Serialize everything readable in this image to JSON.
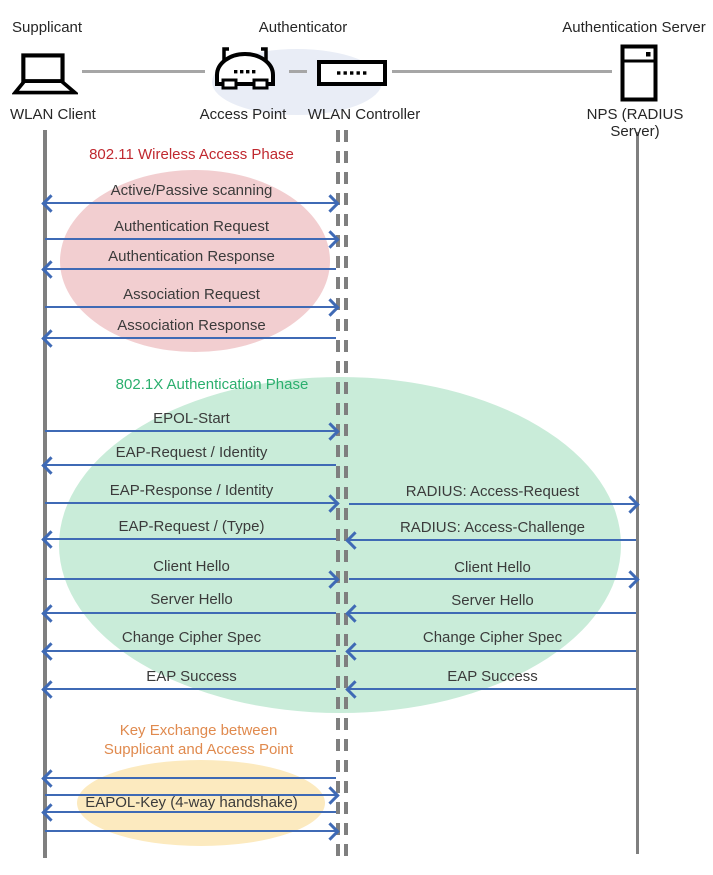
{
  "actors": {
    "supplicant": {
      "role": "Supplicant",
      "device": "WLAN Client"
    },
    "authenticator": {
      "role": "Authenticator",
      "access_point": "Access Point",
      "controller": "WLAN Controller"
    },
    "server": {
      "role": "Authentication Server",
      "device": "NPS (RADIUS Server)"
    }
  },
  "phase1": {
    "title": "802.11 Wireless Access Phase",
    "title_color": "#C0282F",
    "ellipse_color": "#F2CED0",
    "messages": [
      {
        "label": "Active/Passive scanning",
        "direction": "both"
      },
      {
        "label": "Authentication Request",
        "direction": "right"
      },
      {
        "label": "Authentication Response",
        "direction": "left"
      },
      {
        "label": "Association Request",
        "direction": "right"
      },
      {
        "label": "Association Response",
        "direction": "left"
      }
    ]
  },
  "phase2": {
    "title": "802.1X Authentication Phase",
    "title_color": "#2BAF6E",
    "ellipse_color": "#C9ECD9",
    "client_messages": [
      {
        "label": "EPOL-Start",
        "direction": "right"
      },
      {
        "label": "EAP-Request / Identity",
        "direction": "left"
      },
      {
        "label": "EAP-Response / Identity",
        "direction": "right"
      },
      {
        "label": "EAP-Request / (Type)",
        "direction": "left"
      },
      {
        "label": "Client Hello",
        "direction": "right"
      },
      {
        "label": "Server Hello",
        "direction": "left"
      },
      {
        "label": "Change Cipher Spec",
        "direction": "left"
      },
      {
        "label": "EAP Success",
        "direction": "left"
      }
    ],
    "server_messages": [
      {
        "label": "RADIUS: Access-Request",
        "direction": "right"
      },
      {
        "label": "RADIUS: Access-Challenge",
        "direction": "left"
      },
      {
        "label": "Client Hello",
        "direction": "right"
      },
      {
        "label": "Server Hello",
        "direction": "left"
      },
      {
        "label": "Change Cipher Spec",
        "direction": "left"
      },
      {
        "label": "EAP Success",
        "direction": "left"
      }
    ]
  },
  "phase3": {
    "title_line1": "Key Exchange between",
    "title_line2": "Supplicant and Access Point",
    "title_color": "#E08A4E",
    "ellipse_color": "#FCEABF",
    "message": {
      "label": "EAPOL-Key (4-way handshake)"
    },
    "arrow_directions": [
      "left",
      "right",
      "left",
      "right"
    ]
  },
  "icons": {
    "laptop": "laptop-icon",
    "access_point": "wireless-router-icon",
    "controller": "controller-box-icon",
    "server": "server-tower-icon"
  },
  "colors": {
    "arrow": "#3F6AB5",
    "lifeline": "#7F7F7F",
    "header_connector": "#A6A6A6",
    "message_text": "#3B3B3B",
    "authenticator_halo": "#E9EDF6"
  }
}
